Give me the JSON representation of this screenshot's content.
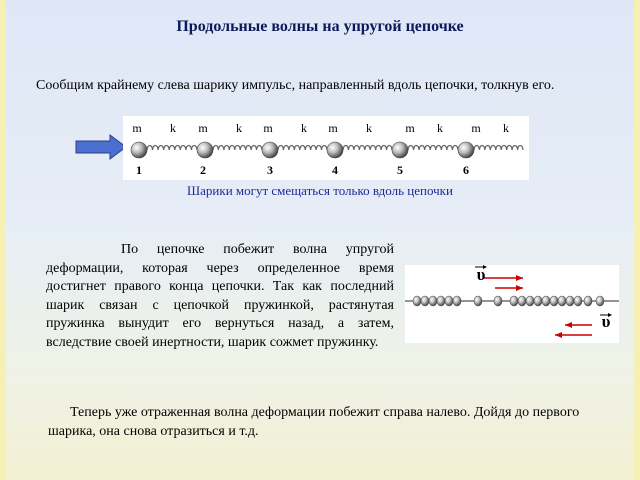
{
  "title": "Продольные волны на упругой цепочке",
  "intro_text": "Сообщим крайнему слева шарику импульс, направленный вдоль цепочки, толкнув его.",
  "chain": {
    "mass_label": "m",
    "spring_label": "k",
    "ball_numbers": [
      "1",
      "2",
      "3",
      "4",
      "5",
      "6"
    ],
    "push_arrow_color": "#4a6fd0"
  },
  "caption": "Шарики могут смещаться только вдоль цепочки",
  "paragraph_2": "По цепочке побежит волна упругой деформации, которая через определенное время достигнет правого конца цепочки. Так как последний шарик связан с цепочкой пружинкой, растянутая пружинка вынудит его вернуться назад, а затем, вследствие своей инертности, шарик сожмет пружинку.",
  "wave_diagram": {
    "velocity_symbol": "υ",
    "arrow_color": "#cc0000"
  },
  "paragraph_3": "Теперь уже отраженная волна деформации побежит справа налево. Дойдя до первого шарика, она снова отразиться и т.д."
}
